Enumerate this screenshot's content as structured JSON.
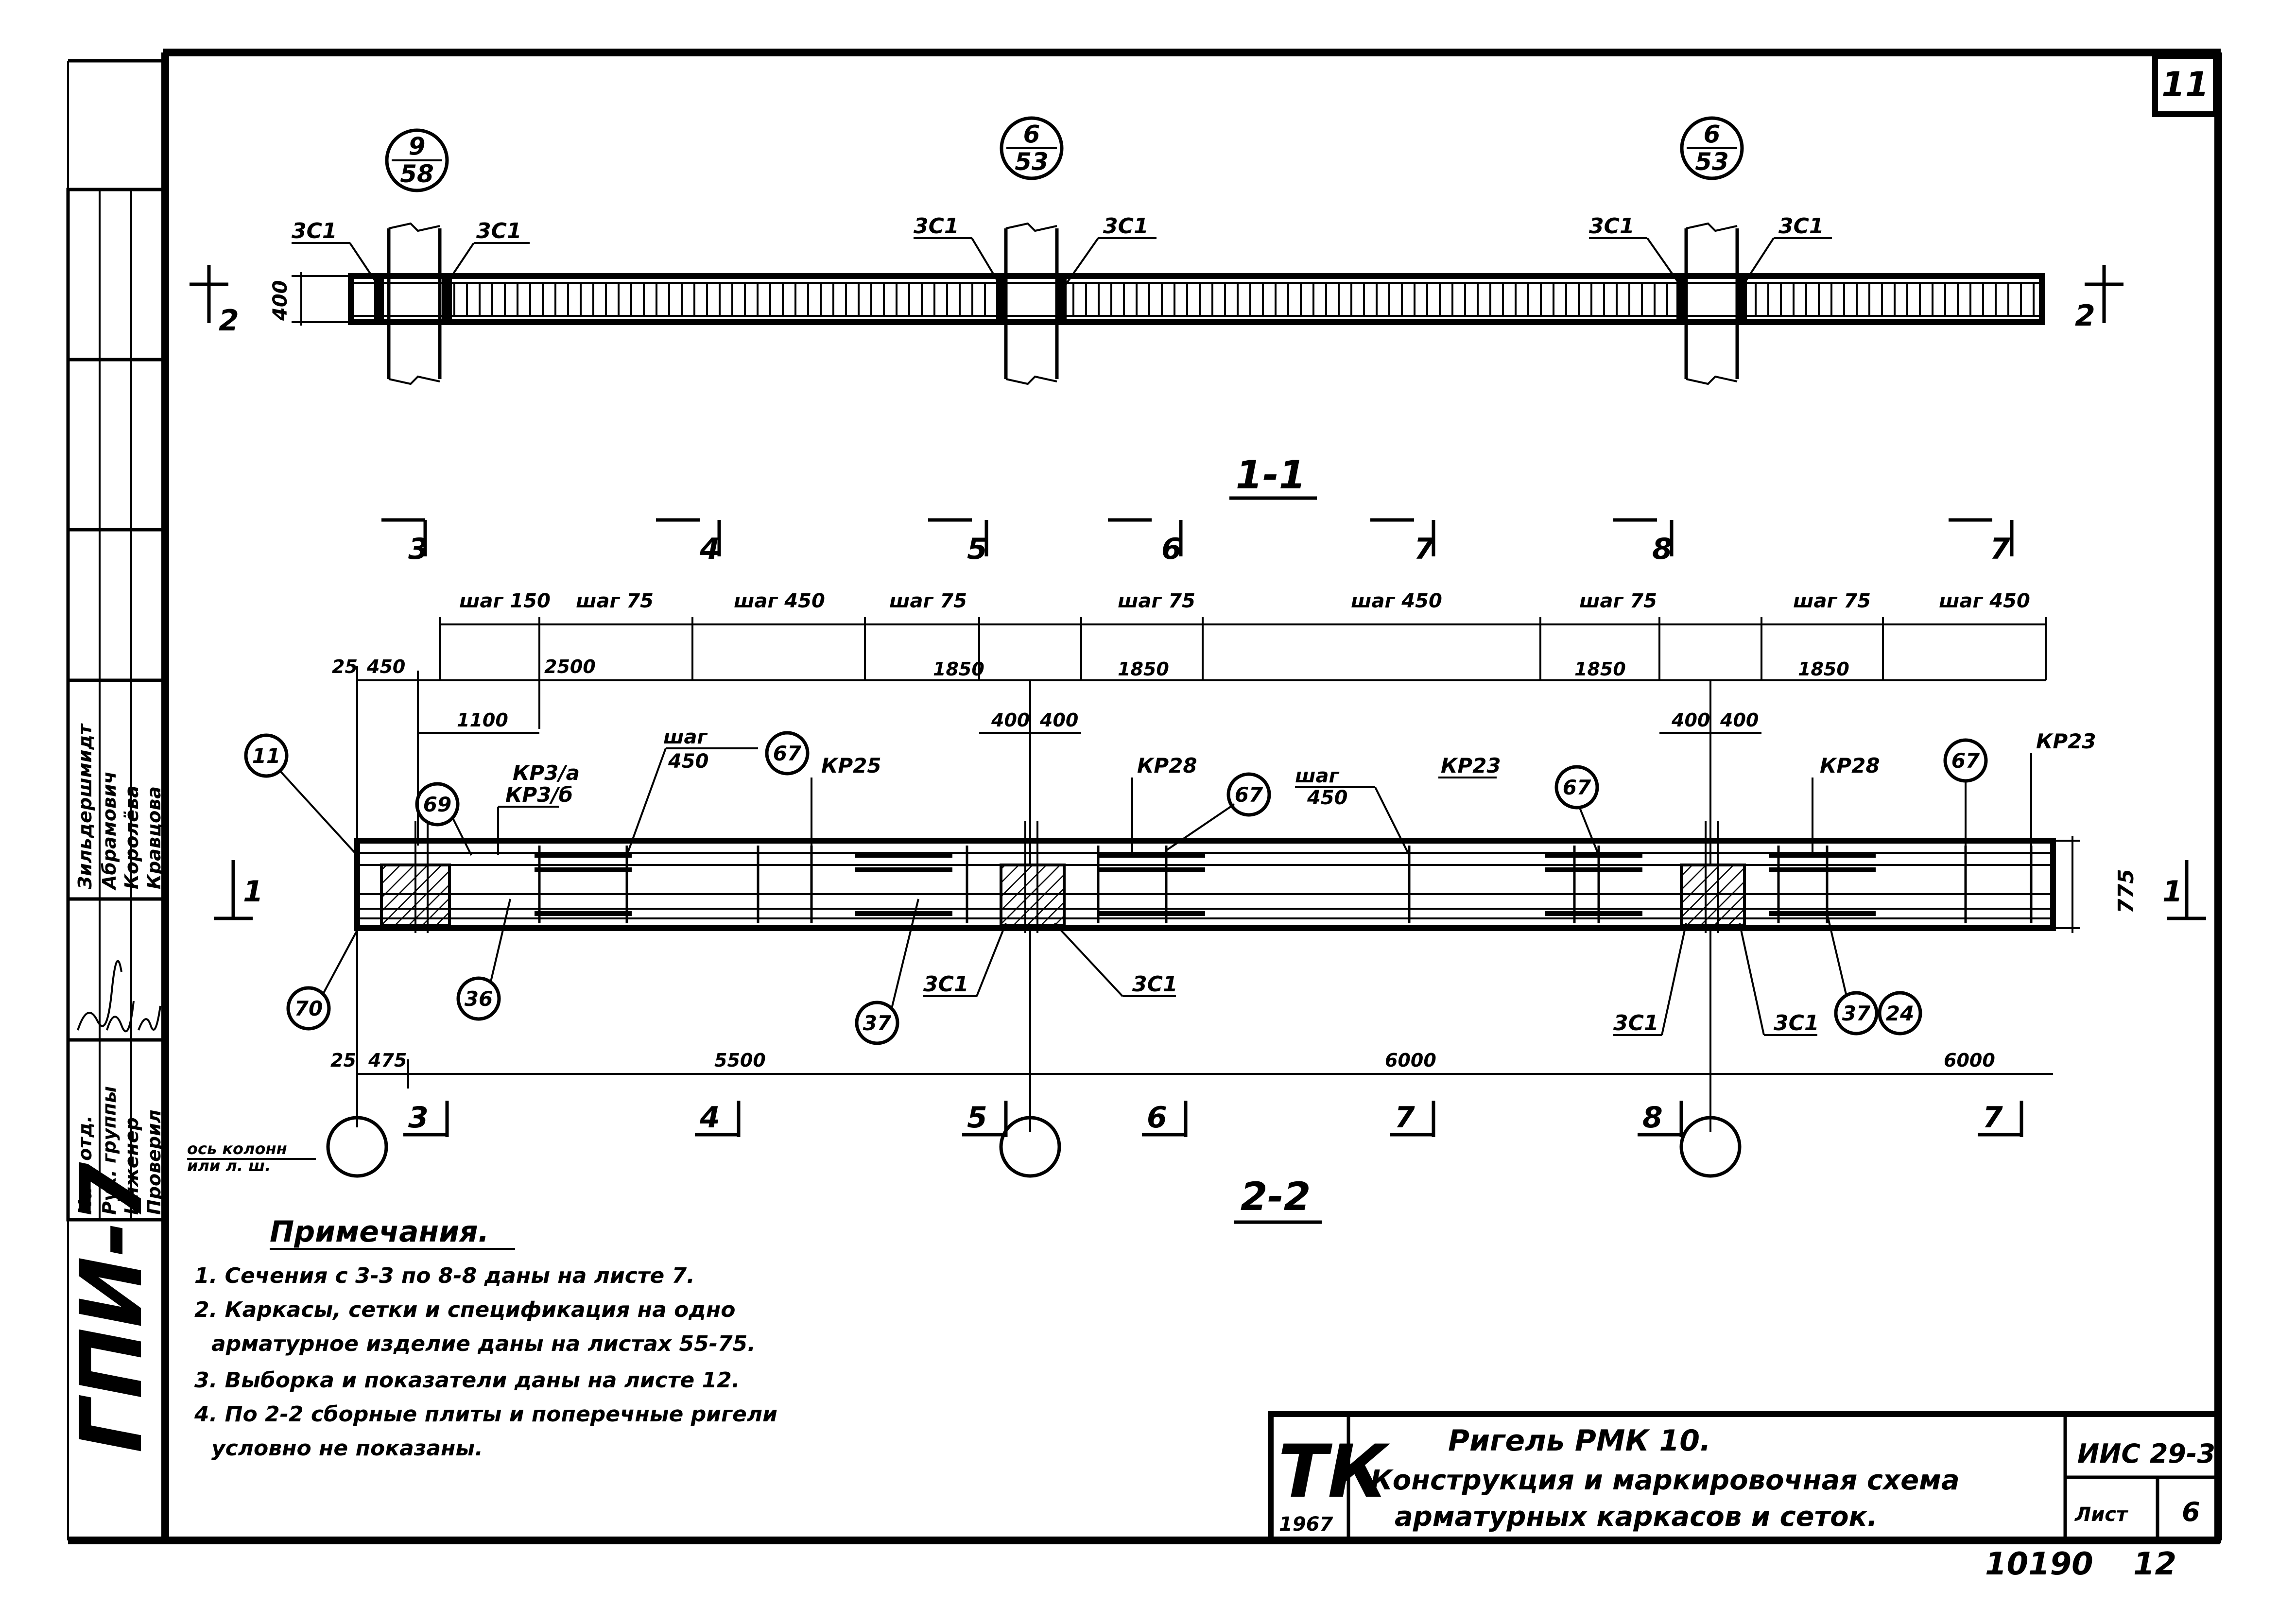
{
  "sheet_number": "11",
  "doc_code": "ИИС 29-3",
  "sheet_label": "Лист",
  "sheet_value": "6",
  "archive_no": "10190",
  "archive_page": "12",
  "left_stamp_code": "ГПИ-7",
  "org": {
    "mark": "ТК",
    "year": "1967"
  },
  "title": {
    "line1": "Ригель РМК 10.",
    "line2": "Конструкция и маркировочная схема",
    "line3": "арматурных каркасов и сеток."
  },
  "staff": {
    "roles": [
      "Нач. отд.",
      "Рук. группы",
      "Инженер",
      "Проверил"
    ],
    "names": [
      "Зильдершмидт",
      "Абрамович",
      "Королёва",
      "Кравцова"
    ]
  },
  "axis_note": [
    "ось колонн",
    "или л. ш."
  ],
  "notes": {
    "heading": "Примечания.",
    "items": [
      "1. Сечения с 3-3 по 8-8 даны на листе 7.",
      "2. Каркасы, сетки и спецификация на одно",
      "арматурное изделие даны на листах 55-75.",
      "3. Выборка и показатели даны на листе 12.",
      "4. По 2-2 сборные плиты и поперечные ригели",
      "условно не показаны."
    ]
  },
  "view1": {
    "title": "1-1",
    "section_mark_left": "2",
    "section_mark_right": "2",
    "height_dim": "400",
    "callouts": [
      {
        "top": "9",
        "bottom": "58"
      },
      {
        "top": "6",
        "bottom": "53"
      },
      {
        "top": "6",
        "bottom": "53"
      }
    ],
    "joint_label": "3С1"
  },
  "view2": {
    "title": "2-2",
    "section_mark_left": "1",
    "section_mark_right": "1",
    "height_dim": "775",
    "sections_top": [
      "3",
      "4",
      "5",
      "6",
      "7",
      "8",
      "7"
    ],
    "sections_bottom": [
      "3",
      "4",
      "5",
      "6",
      "7",
      "8",
      "7"
    ],
    "step_labels": [
      "шаг 150",
      "шаг 75",
      "шаг 450",
      "шаг 75",
      "шаг 75",
      "шаг 450",
      "шаг 75",
      "шаг 75",
      "шаг 450"
    ],
    "dims_row2": [
      "25",
      "450",
      "2500",
      "1850",
      "1850",
      "1850",
      "1850"
    ],
    "dims_row3": [
      "1100",
      "400",
      "400",
      "400",
      "400"
    ],
    "spans": [
      "25",
      "475",
      "5500",
      "6000",
      "6000"
    ],
    "markers": [
      "11",
      "69",
      "67",
      "67",
      "67",
      "67",
      "70",
      "36",
      "37",
      "37",
      "24"
    ],
    "frame_labels": [
      "КР3/а",
      "КР3/б",
      "КР25",
      "КР28",
      "КР23",
      "КР28",
      "КР23"
    ],
    "step_note": [
      "шаг",
      "450"
    ],
    "joint_label": "3С1"
  }
}
